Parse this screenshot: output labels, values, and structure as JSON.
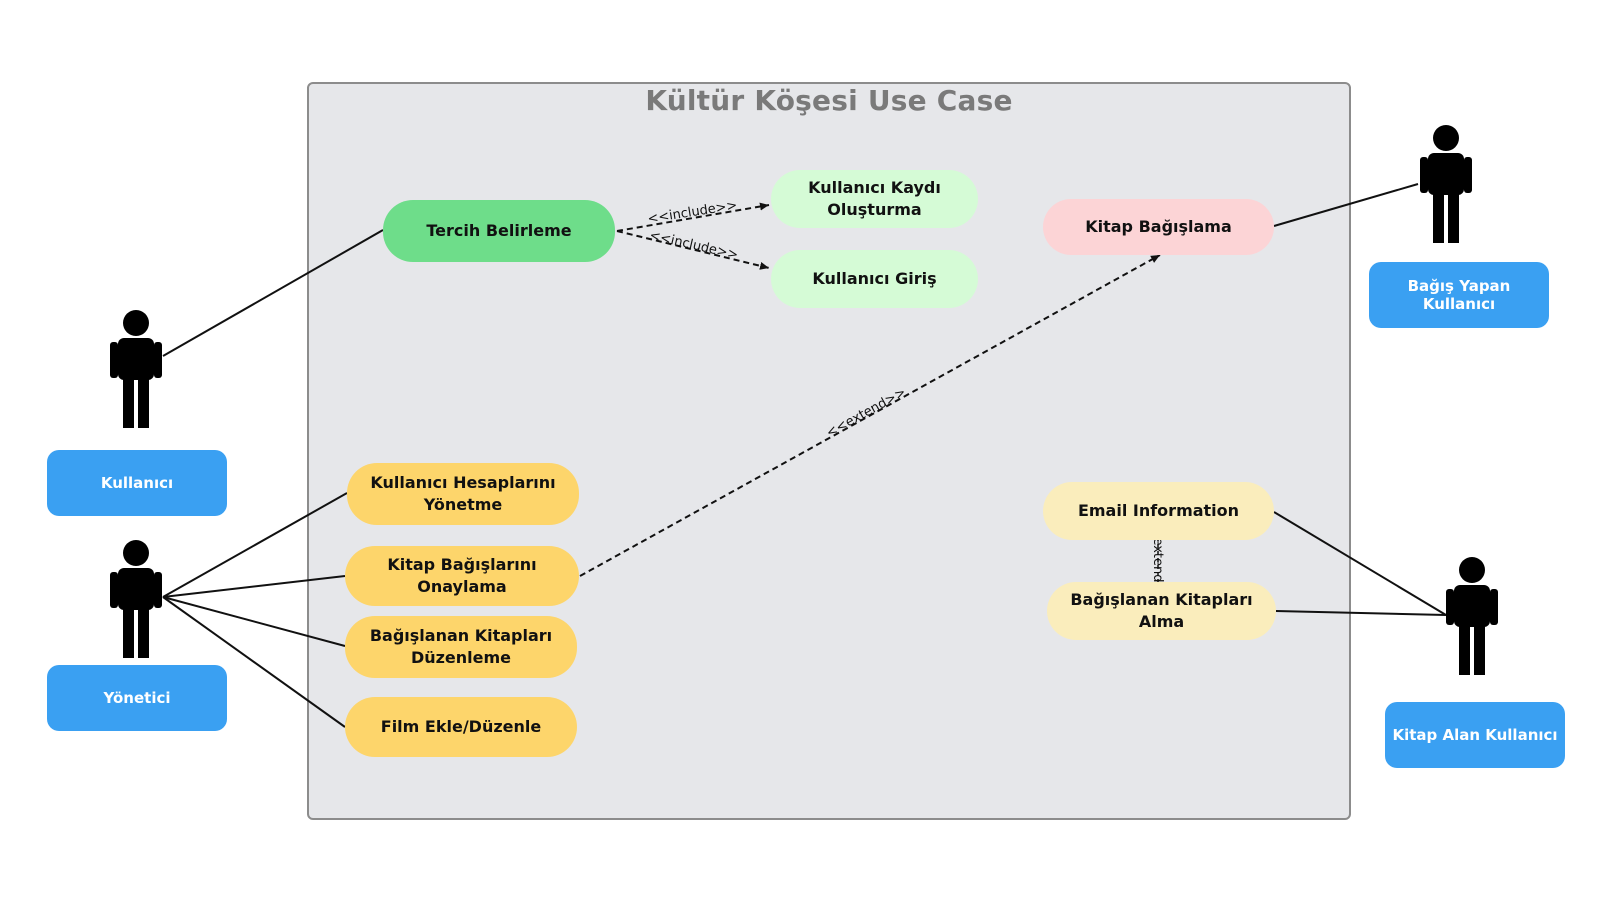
{
  "diagram": {
    "title": "Kültür Köşesi Use Case",
    "use_cases": {
      "tercih": "Tercih Belirleme",
      "kayit": "Kullanıcı Kaydı Oluşturma",
      "giris": "Kullanıcı Giriş",
      "kitap_bagislama": "Kitap Bağışlama",
      "hesap_line1": "Kullanıcı Hesaplarını",
      "hesap_line2": "Yönetme",
      "onaylama": "Kitap Bağışlarını Onaylama",
      "duzenleme_line1": "Bağışlanan Kitapları",
      "duzenleme_line2": "Düzenleme",
      "film": "Film Ekle/Düzenle",
      "email": "Email Information",
      "alma": "Bağışlanan Kitapları Alma"
    },
    "actors": {
      "kullanici": "Kullanıcı",
      "yonetici": "Yönetici",
      "bagis_yapan": "Bağış Yapan Kullanıcı",
      "kitap_alan": "Kitap Alan Kullanıcı"
    },
    "relations": {
      "include": "<<include>>",
      "extend": "<<extend>>"
    }
  }
}
